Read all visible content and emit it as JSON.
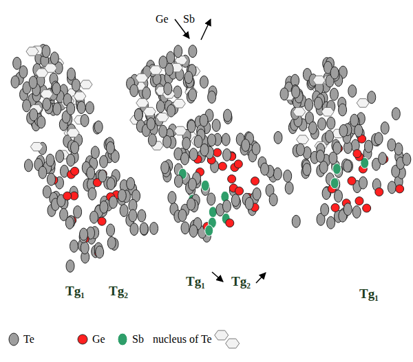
{
  "diagram": {
    "labels": [
      "Ge",
      "Sb",
      "Tg₁",
      "Tg₂",
      "Tg₁",
      "Tg₂",
      "Tg₁"
    ],
    "legend": [
      {
        "text": "Te",
        "color": "#9e9e9e"
      },
      {
        "text": "Ge",
        "color": "#ff2020"
      },
      {
        "text": "Sb",
        "color": "#2e9e6a"
      },
      {
        "text": "nucleus of Te"
      }
    ]
  }
}
